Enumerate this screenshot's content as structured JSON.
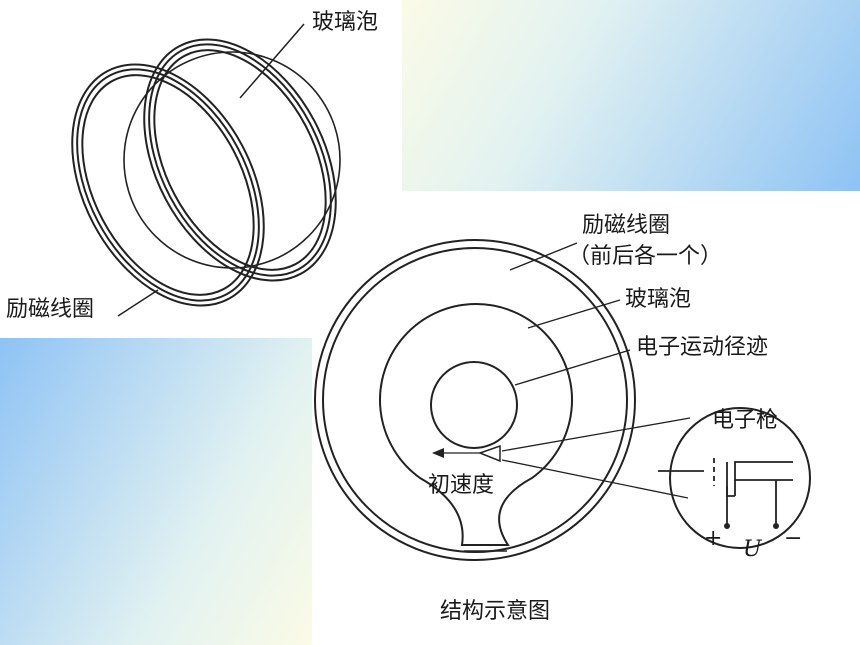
{
  "labels": {
    "coil_figure": {
      "glass_bulb": "玻璃泡",
      "excitation_coil": "励磁线圈"
    },
    "structure_figure": {
      "excitation_coil": "励磁线圈",
      "coil_note": "（前后各一个）",
      "glass_bulb": "玻璃泡",
      "electron_trajectory": "电子运动径迹",
      "electron_gun": "电子枪",
      "initial_velocity": "初速度",
      "plus_sign": "+",
      "voltage": "U",
      "minus_sign": "−",
      "caption": "结构示意图"
    }
  },
  "colors": {
    "line": "#222222",
    "gradient_light": "#fbfbe6",
    "gradient_dark": "#8ec3f4"
  }
}
